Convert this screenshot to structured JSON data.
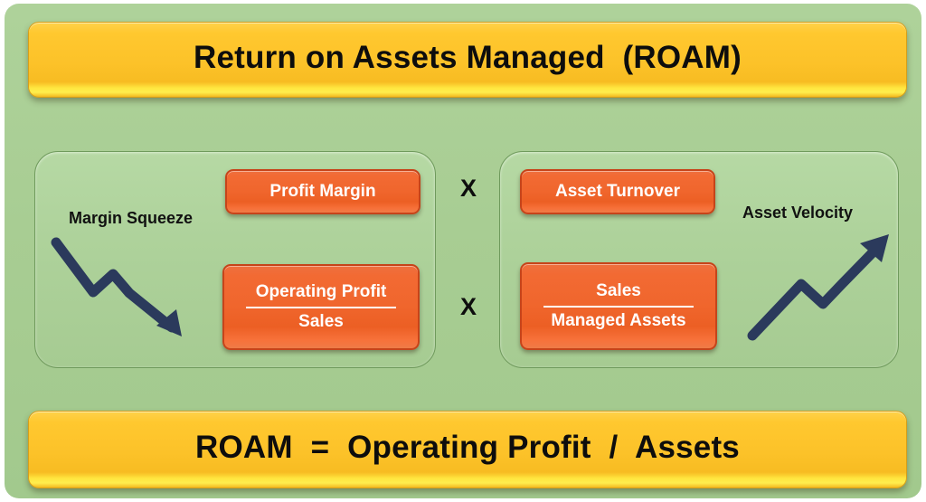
{
  "diagram": {
    "title": "Return on Assets Managed  (ROAM)",
    "formula": "ROAM  =  Operating Profit  /  Assets",
    "multiply_symbol_top": "X",
    "multiply_symbol_bottom": "X",
    "colors": {
      "background_green": "#a8cd93",
      "panel_green": "#aed29b",
      "banner_gold": "#fcc229",
      "banner_highlight_yellow": "#ffee4e",
      "box_orange": "#f0662d",
      "box_orange_border": "#c6441a",
      "arrow_navy": "#2b3a5c",
      "text_dark": "#0d0d0d",
      "text_light": "#ffffff"
    },
    "left_panel": {
      "annotation": "Margin Squeeze",
      "arrow_icon": "trend-down-arrow-icon",
      "driver_box": "Profit Margin",
      "ratio_box": {
        "numerator": "Operating Profit",
        "denominator": "Sales"
      }
    },
    "right_panel": {
      "annotation": "Asset Velocity",
      "arrow_icon": "trend-up-arrow-icon",
      "driver_box": "Asset Turnover",
      "ratio_box": {
        "numerator": "Sales",
        "denominator": "Managed Assets"
      }
    }
  }
}
